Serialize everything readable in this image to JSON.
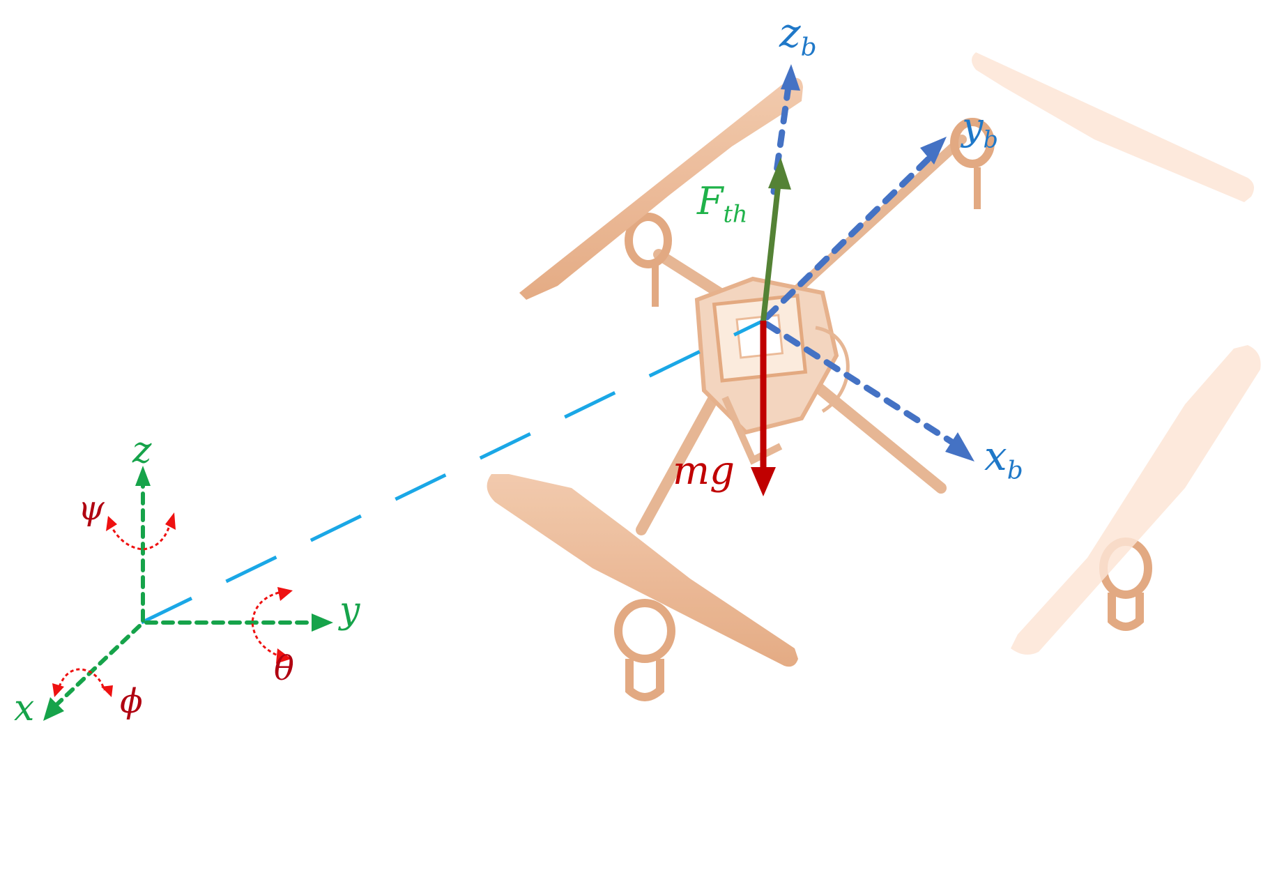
{
  "figure": {
    "description": "Quadrotor coordinate frames: inertial frame (x, y, z) with rotation angles phi, theta, psi, and body frame (x_b, y_b, z_b) with thrust and gravity forces",
    "colors": {
      "inertial_axes": "#16a34a",
      "rotation_arrows": "#ee1111",
      "rotation_labels": "#b00010",
      "body_axes": "#4472c4",
      "body_labels": "#1f78c8",
      "thrust": "#548235",
      "thrust_label": "#1fb24a",
      "gravity": "#c00000",
      "link_line": "#1aa7e6",
      "drone": "#e9b48f"
    }
  },
  "inertial_frame": {
    "z_label": "z",
    "y_label": "y",
    "x_label": "x",
    "psi_label": "ψ",
    "theta_label": "θ",
    "phi_label": "ϕ"
  },
  "body_frame": {
    "zb_main": "z",
    "zb_sub": "b",
    "yb_main": "y",
    "yb_sub": "b",
    "xb_main": "x",
    "xb_sub": "b"
  },
  "forces": {
    "thrust_main": "F",
    "thrust_sub": "th",
    "gravity_label": "mg"
  }
}
